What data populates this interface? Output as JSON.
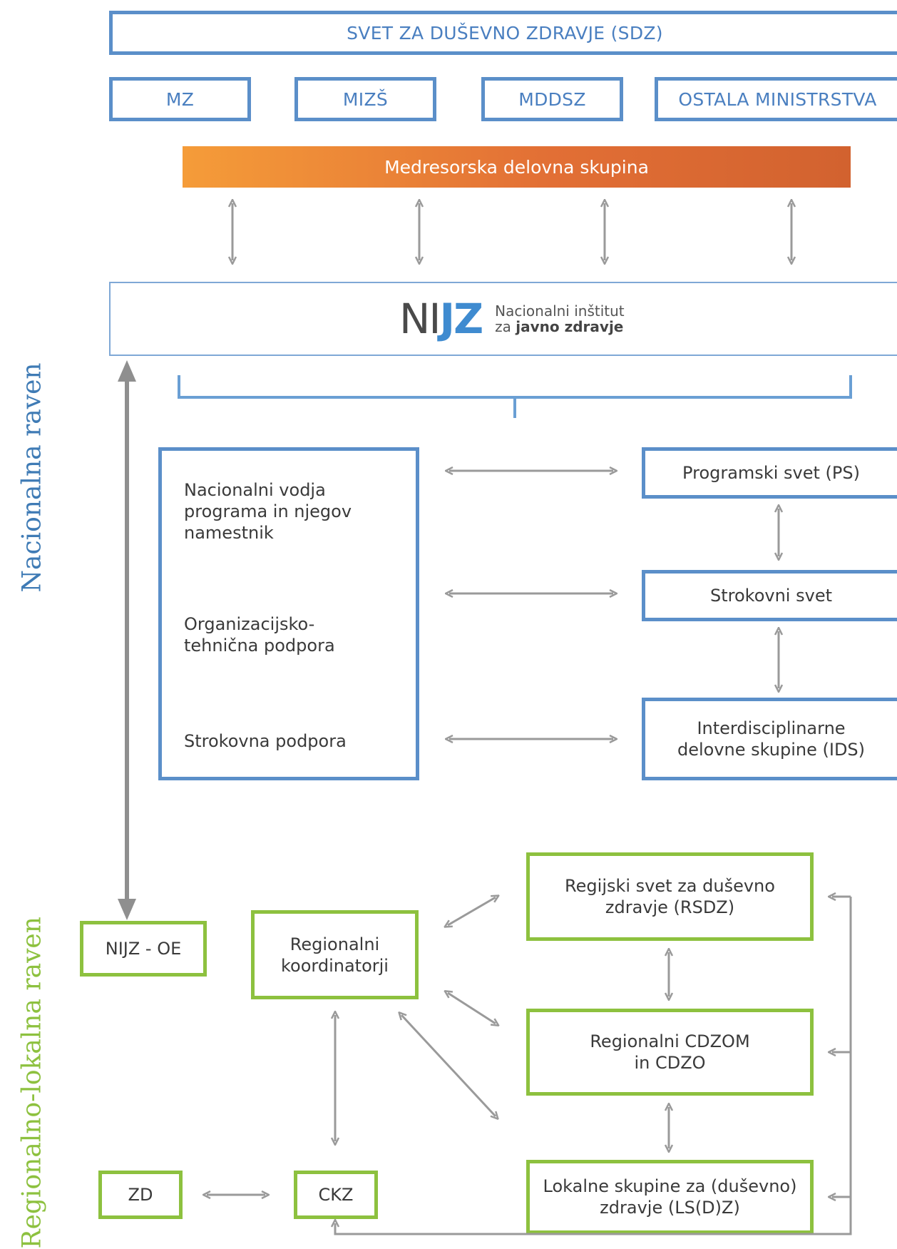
{
  "side_labels": {
    "national": "Nacionalna raven",
    "regional": "Regionalno-lokalna raven"
  },
  "top": {
    "sdz": "SVET ZA DUŠEVNO ZDRAVJE (SDZ)",
    "ministries": [
      "MZ",
      "MIZŠ",
      "MDDSZ",
      "OSTALA MINISTRSTVA"
    ],
    "working_group": "Medresorska delovna skupina"
  },
  "nijz": {
    "mark_a": "NI",
    "mark_b": "JZ",
    "line1": "Nacionalni inštitut",
    "line2_prefix": "za",
    "line2_bold": "javno zdravje"
  },
  "national": {
    "left_items": [
      "Nacionalni vodja programa in njegov namestnik",
      "Organizacijsko-tehnična podpora",
      "Strokovna podpora"
    ],
    "programski_svet": "Programski svet (PS)",
    "strokovni_svet": "Strokovni svet",
    "ids": "Interdisciplinarne delovne skupine (IDS)"
  },
  "regional": {
    "nijz_oe": "NIJZ - OE",
    "koordinatorji": "Regionalni koordinatorji",
    "rsdz": "Regijski svet za duševno zdravje (RSDZ)",
    "cdzom": "Regionalni CDZOM in CDZO",
    "lsdz": "Lokalne skupine za (duševno) zdravje (LS(D)Z)",
    "zd": "ZD",
    "ckz": "CKZ"
  },
  "colors": {
    "blue": "#5b8fc9",
    "green": "#8dc13f",
    "arrow": "#9a9a9a",
    "orange_start": "#f59c39",
    "orange_end": "#d2622f"
  }
}
